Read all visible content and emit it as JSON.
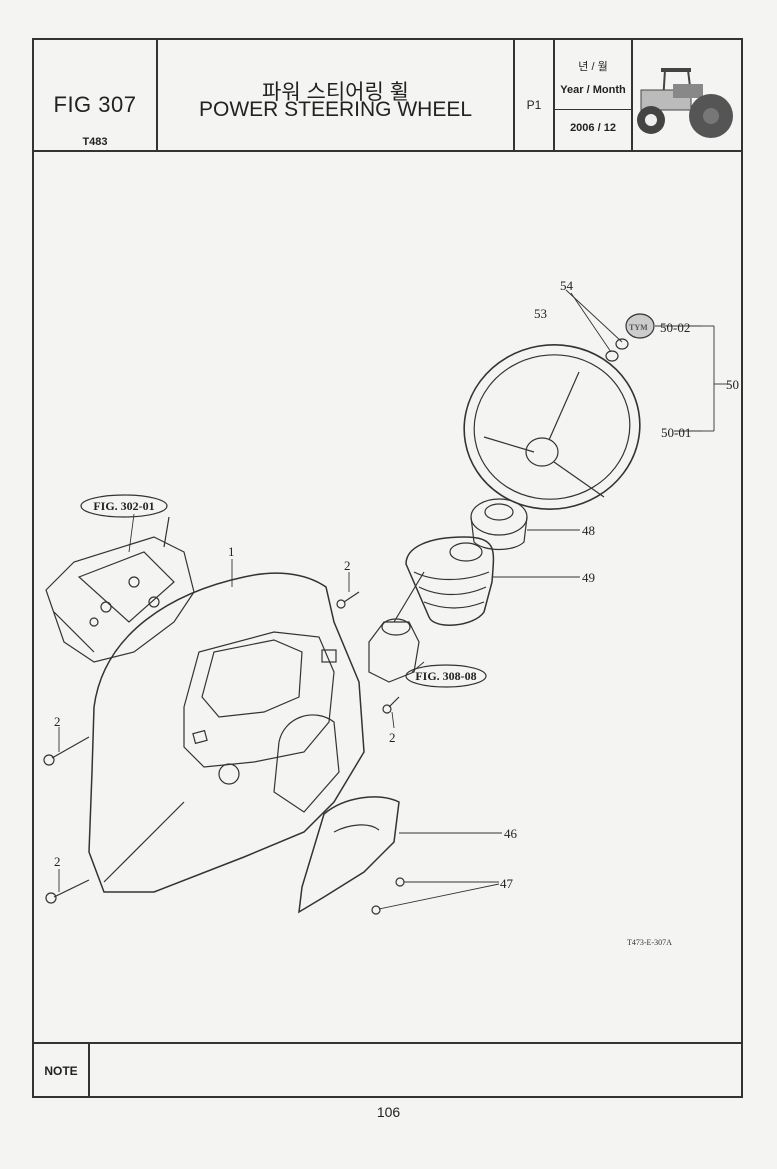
{
  "header": {
    "fig_number": "FIG 307",
    "model": "T483",
    "title_korean": "파워 스티어링 휠",
    "title_english": "POWER STEERING WHEEL",
    "page": "P1",
    "date_label_korean": "년 / 월",
    "date_label_english": "Year / Month",
    "date_value": "2006 / 12"
  },
  "diagram": {
    "part_labels": {
      "p1": "1",
      "p2a": "2",
      "p2b": "2",
      "p2c": "2",
      "p2d": "2",
      "p46": "46",
      "p47": "47",
      "p48": "48",
      "p49": "49",
      "p50": "50",
      "p50_01": "50-01",
      "p50_02": "50-02",
      "p53": "53",
      "p54": "54"
    },
    "references": {
      "fig_302": "FIG. 302-01",
      "fig_308": "FIG. 308-08"
    },
    "cap_logo": "TYM",
    "drawing_code": "T473-E-307A"
  },
  "note_label": "NOTE",
  "page_number": "106"
}
